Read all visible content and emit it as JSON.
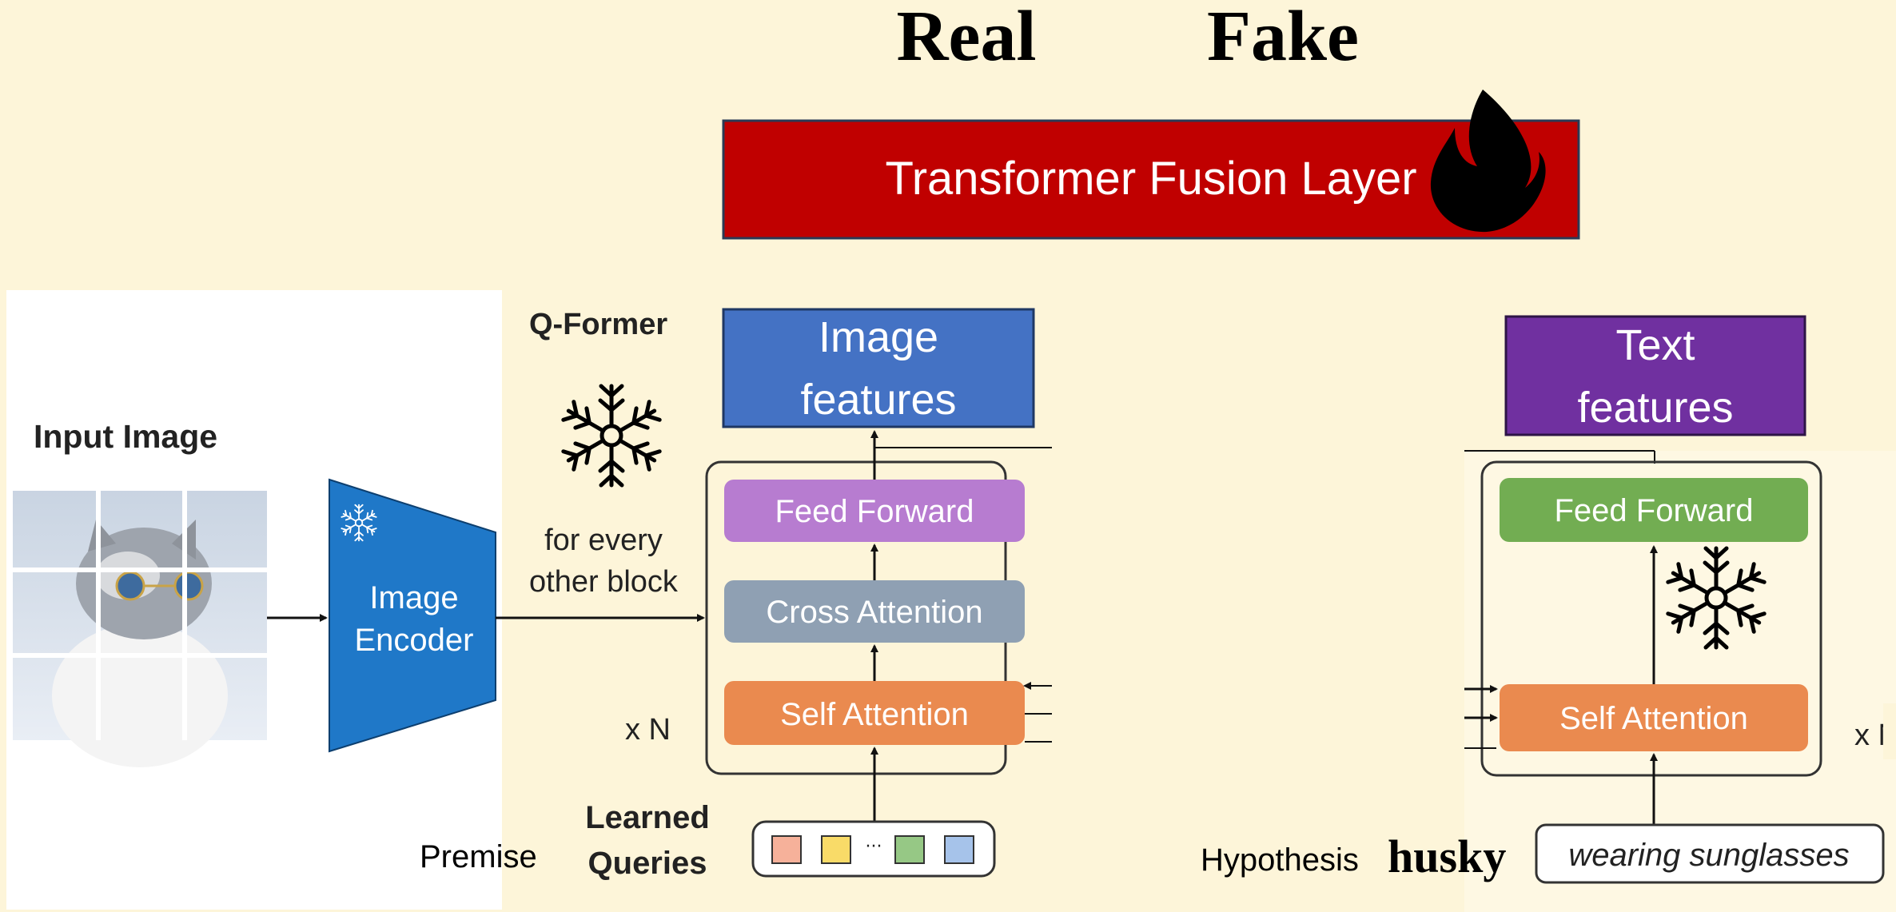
{
  "output_labels": {
    "real": "Real",
    "fake": "Fake"
  },
  "fusion_layer": {
    "label": "Transformer Fusion Layer",
    "color": "#c00000",
    "icon": "fire-icon"
  },
  "image_branch": {
    "input_image_label": "Input Image",
    "encoder_label_line1": "Image",
    "encoder_label_line2": "Encoder",
    "encoder_color": "#1f78c8",
    "qformer_label": "Q-Former",
    "connector_label_line1": "for every",
    "connector_label_line2": "other block",
    "repeat_label": "x N",
    "blocks": {
      "feed_forward": {
        "label": "Feed Forward",
        "color": "#b77cd0"
      },
      "cross_attention": {
        "label": "Cross Attention",
        "color": "#8fa0b3"
      },
      "self_attention": {
        "label": "Self Attention",
        "color": "#ea8a4f"
      }
    },
    "learned_queries_line1": "Learned",
    "learned_queries_line2": "Queries",
    "query_token_colors": [
      "#f6b19a",
      "#f9db68",
      "#96c885",
      "#a6c3ea"
    ],
    "query_ellipsis": "···",
    "output_features_line1": "Image",
    "output_features_line2": "features",
    "output_features_color": "#4472c4",
    "premise_label": "Premise"
  },
  "text_branch": {
    "output_features_line1": "Text",
    "output_features_line2": "features",
    "output_features_color": "#7030a0",
    "blocks": {
      "feed_forward": {
        "label": "Feed Forward",
        "color": "#72ad52"
      },
      "self_attention": {
        "label": "Self Attention",
        "color": "#ea8a4f"
      }
    },
    "repeat_label": "x N",
    "hypothesis_label": "Hypothesis",
    "hypothesis_word": "husky",
    "input_text": "wearing sunglasses"
  },
  "frozen_icon": "snowflake-icon"
}
